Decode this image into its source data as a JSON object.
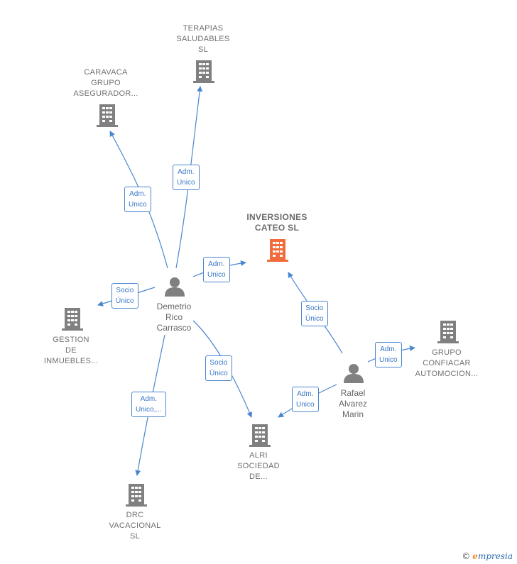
{
  "nodes": {
    "terapias": {
      "lines": [
        "TERAPIAS",
        "SALUDABLES",
        "SL"
      ],
      "icon": "building-icon",
      "color": "#808080"
    },
    "caravaca": {
      "lines": [
        "CARAVACA",
        "GRUPO",
        "ASEGURADOR..."
      ],
      "icon": "building-icon",
      "color": "#808080"
    },
    "inversiones": {
      "lines": [
        "INVERSIONES",
        "CATEO  SL"
      ],
      "icon": "building-icon",
      "color": "#f26b3a"
    },
    "gestion": {
      "lines": [
        "GESTION",
        "DE",
        "INMUEBLES..."
      ],
      "icon": "building-icon",
      "color": "#808080"
    },
    "demetrio": {
      "lines": [
        "Demetrio",
        "Rico",
        "Carrasco"
      ],
      "icon": "person-icon",
      "color": "#808080"
    },
    "grupo": {
      "lines": [
        "GRUPO",
        "CONFIACAR",
        "AUTOMOCION..."
      ],
      "icon": "building-icon",
      "color": "#808080"
    },
    "rafael": {
      "lines": [
        "Rafael",
        "Alvarez",
        "Marin"
      ],
      "icon": "person-icon",
      "color": "#808080"
    },
    "alri": {
      "lines": [
        "ALRI",
        "SOCIEDAD",
        "DE..."
      ],
      "icon": "building-icon",
      "color": "#808080"
    },
    "drc": {
      "lines": [
        "DRC",
        "VACACIONAL",
        "SL"
      ],
      "icon": "building-icon",
      "color": "#808080"
    }
  },
  "edges": {
    "demetrio_terapias": [
      "Adm.",
      "Unico"
    ],
    "demetrio_caravaca": [
      "Adm.",
      "Unico"
    ],
    "demetrio_inversiones": [
      "Adm.",
      "Unico"
    ],
    "demetrio_gestion": [
      "Socio",
      "Único"
    ],
    "demetrio_alri": [
      "Socio",
      "Único"
    ],
    "demetrio_drc": [
      "Adm.",
      "Unico,..."
    ],
    "rafael_inversiones": [
      "Socio",
      "Único"
    ],
    "rafael_grupo": [
      "Adm.",
      "Unico"
    ],
    "rafael_alri": [
      "Adm.",
      "Unico"
    ]
  },
  "colors": {
    "edge": "#4a86cf",
    "accent": "#f26b3a",
    "node": "#808080"
  },
  "footer": {
    "symbol": "©",
    "brand_initial": "e",
    "brand_rest": "mpresia"
  }
}
